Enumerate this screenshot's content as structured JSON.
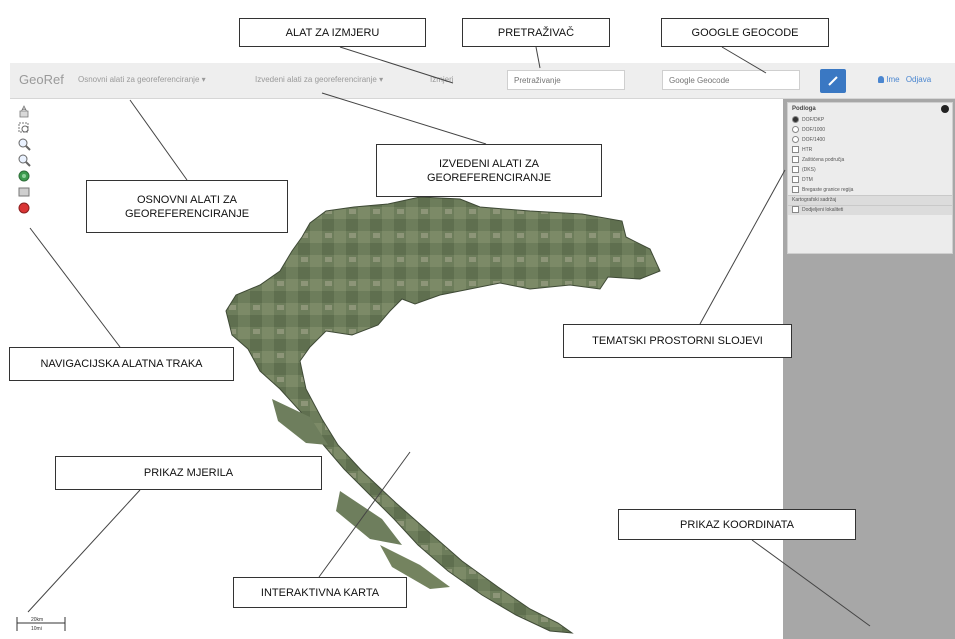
{
  "navbar": {
    "brand": "GeoRef",
    "menu_basic": "Osnovni alati za georeferenciranje ▾",
    "menu_derived": "Izvedeni alati za georeferenciranje ▾",
    "menu_measure": "Izmjeri",
    "search_placeholder": "Pretraživanje",
    "geocode_placeholder": "Google Geocode",
    "user_label": "Ime",
    "logout_label": "Odjava"
  },
  "layers": {
    "title": "Podloga",
    "items": [
      {
        "label": "DOF/DKP",
        "type": "radio",
        "checked": true
      },
      {
        "label": "DOF/1000",
        "type": "radio",
        "checked": false
      },
      {
        "label": "DOF/1400",
        "type": "radio",
        "checked": false
      },
      {
        "label": "HTR",
        "type": "check",
        "checked": false
      },
      {
        "label": "Zaštićena područja",
        "type": "check",
        "checked": false
      },
      {
        "label": "(DKS)",
        "type": "check",
        "checked": false
      },
      {
        "label": "DTM",
        "type": "check",
        "checked": false
      },
      {
        "label": "Bregaste granice regija",
        "type": "check",
        "checked": false
      }
    ],
    "section1": "Kartografski sadržaj",
    "section2": "Dodjeljeni lokaliteti"
  },
  "callouts": {
    "measure": "ALAT ZA IZMJERU",
    "search": "PRETRAŽIVAČ",
    "geocode": "GOOGLE GEOCODE",
    "derived": "IZVEDENI ALATI ZA\nGEOREFERENCIRANJE",
    "basic": "OSNOVNI ALATI ZA\nGEOREFERENCIRANJE",
    "nav": "NAVIGACIJSKA ALATNA TRAKA",
    "layers": "TEMATSKI PROSTORNI SLOJEVI",
    "scale": "PRIKAZ MJERILA",
    "coords": "PRIKAZ KOORDINATA",
    "map": "INTERAKTIVNA KARTA"
  },
  "scale": {
    "top": "20km",
    "bottom": "10mi"
  },
  "icons": [
    "pan-icon",
    "zoom-box-icon",
    "zoom-in-icon",
    "zoom-out-icon",
    "zoom-extent-icon",
    "previous-view-icon",
    "next-view-icon"
  ]
}
